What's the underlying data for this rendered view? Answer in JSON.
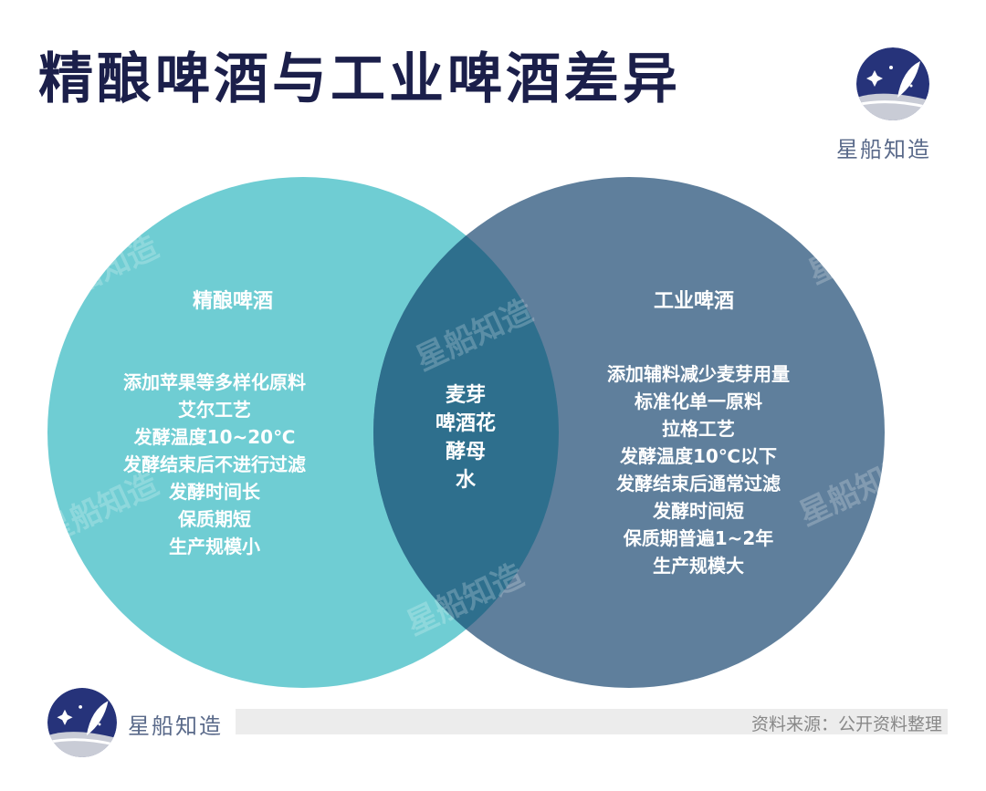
{
  "title": "精酿啤酒与工业啤酒差异",
  "brand": "星船知造",
  "watermark": "星船知造",
  "source": "资料来源：公开资料整理",
  "colors": {
    "left": "#6fcdd3",
    "right": "#5f7f9c",
    "overlap": "#2e6f8d",
    "title": "#1b1f4a"
  },
  "left": {
    "heading": "精酿啤酒",
    "items": [
      "添加苹果等多样化原料",
      "艾尔工艺",
      "发酵温度10~20℃",
      "发酵结束后不进行过滤",
      "发酵时间长",
      "保质期短",
      "生产规模小"
    ]
  },
  "center": {
    "items": [
      "麦芽",
      "啤酒花",
      "酵母",
      "水"
    ]
  },
  "right": {
    "heading": "工业啤酒",
    "items": [
      "添加辅料减少麦芽用量",
      "标准化单一原料",
      "拉格工艺",
      "发酵温度10℃以下",
      "发酵结束后通常过滤",
      "发酵时间短",
      "保质期普遍1~2年",
      "生产规模大"
    ]
  }
}
